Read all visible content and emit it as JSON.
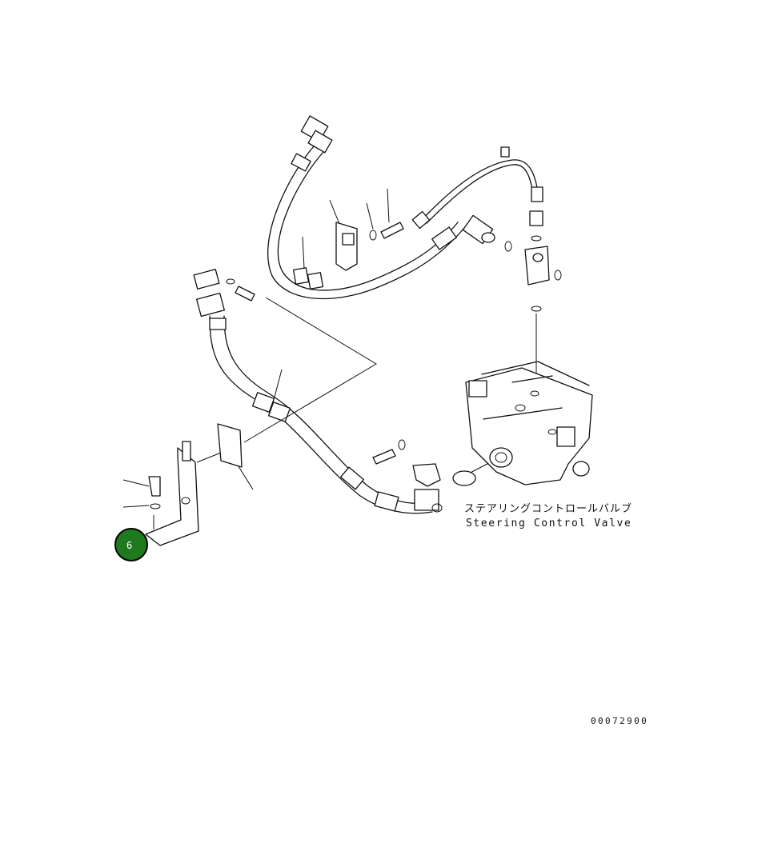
{
  "diagram": {
    "label_jp": "ステアリングコントロールバルブ",
    "label_en": "Steering Control Valve",
    "drawing_number": "00072900",
    "callout": {
      "number": "6",
      "color": "#1f7a1f"
    }
  }
}
